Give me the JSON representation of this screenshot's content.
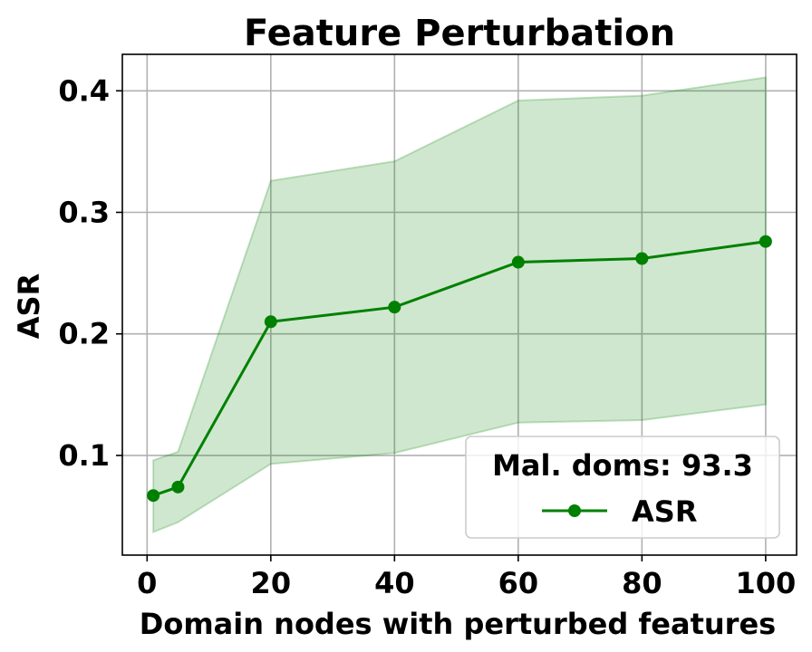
{
  "chart_data": {
    "type": "line",
    "title": "Feature Perturbation",
    "xlabel": "Domain nodes with perturbed features",
    "ylabel": "ASR",
    "xlim": [
      -4,
      105
    ],
    "ylim": [
      0.018,
      0.43
    ],
    "x_ticks": [
      0,
      20,
      40,
      60,
      80,
      100
    ],
    "y_ticks": [
      0.1,
      0.2,
      0.3,
      0.4
    ],
    "x_tick_labels": [
      "0",
      "20",
      "40",
      "60",
      "80",
      "100"
    ],
    "y_tick_labels": [
      "0.1",
      "0.2",
      "0.3",
      "0.4"
    ],
    "grid": true,
    "legend": {
      "placement": "lower-right",
      "title": "Mal. doms: 93.3",
      "entries": [
        "ASR"
      ]
    },
    "series": [
      {
        "name": "ASR",
        "color": "#008000",
        "marker": "circle",
        "x": [
          1,
          5,
          20,
          40,
          60,
          80,
          100
        ],
        "y": [
          0.067,
          0.074,
          0.21,
          0.222,
          0.259,
          0.262,
          0.276
        ],
        "band_lower": [
          0.037,
          0.045,
          0.093,
          0.102,
          0.127,
          0.129,
          0.142
        ],
        "band_upper": [
          0.096,
          0.103,
          0.326,
          0.342,
          0.392,
          0.396,
          0.411
        ],
        "band_color": "#008000"
      }
    ]
  }
}
